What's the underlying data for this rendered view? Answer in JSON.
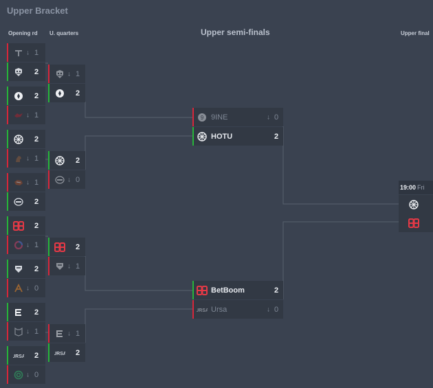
{
  "title": "Upper Bracket",
  "columns": {
    "opening": "Opening rd",
    "quarters": "U. quarters",
    "semis": "Upper semi-finals",
    "final": "Upper final"
  },
  "colors": {
    "win": "#27b53a",
    "lose": "#d8263a",
    "betboom": "#e63946"
  },
  "opening": [
    {
      "logo": "tundra-icon",
      "score": "1",
      "result": "lose"
    },
    {
      "logo": "liquid-icon",
      "score": "2",
      "result": "win"
    },
    {
      "logo": "aurora-icon",
      "score": "2",
      "result": "win"
    },
    {
      "logo": "dragon-icon",
      "score": "1",
      "result": "lose"
    },
    {
      "logo": "hotu-icon",
      "score": "2",
      "result": "win"
    },
    {
      "logo": "horse-icon",
      "score": "1",
      "result": "lose"
    },
    {
      "logo": "wolf-icon",
      "score": "1",
      "result": "lose"
    },
    {
      "logo": "winged-icon",
      "score": "2",
      "result": "win"
    },
    {
      "logo": "betboom-icon",
      "score": "2",
      "result": "win"
    },
    {
      "logo": "ring-icon",
      "score": "1",
      "result": "lose"
    },
    {
      "logo": "shield-icon",
      "score": "2",
      "result": "win"
    },
    {
      "logo": "fnatic-icon",
      "score": "0",
      "result": "lose"
    },
    {
      "logo": "e-icon",
      "score": "2",
      "result": "win"
    },
    {
      "logo": "mask-icon",
      "score": "1",
      "result": "lose"
    },
    {
      "logo": "ursa-icon",
      "score": "2",
      "result": "win"
    },
    {
      "logo": "spiral-icon",
      "score": "0",
      "result": "lose"
    }
  ],
  "quarters": [
    {
      "logo": "liquid-icon",
      "score": "1",
      "result": "lose"
    },
    {
      "logo": "aurora-icon",
      "score": "2",
      "result": "win"
    },
    {
      "logo": "hotu-icon",
      "score": "2",
      "result": "win"
    },
    {
      "logo": "winged-icon",
      "score": "0",
      "result": "lose"
    },
    {
      "logo": "betboom-icon",
      "score": "2",
      "result": "win"
    },
    {
      "logo": "shield-icon",
      "score": "1",
      "result": "lose"
    },
    {
      "logo": "e-icon",
      "score": "1",
      "result": "lose"
    },
    {
      "logo": "ursa-icon",
      "score": "2",
      "result": "win"
    }
  ],
  "semis": [
    {
      "logo": "nine-icon",
      "name": "9INE",
      "score": "0",
      "result": "lose"
    },
    {
      "logo": "hotu-icon",
      "name": "HOTU",
      "score": "2",
      "result": "win"
    },
    {
      "logo": "betboom-icon",
      "name": "BetBoom",
      "score": "2",
      "result": "win"
    },
    {
      "logo": "ursa-icon",
      "name": "Ursa",
      "score": "0",
      "result": "lose"
    }
  ],
  "final": {
    "time": "19:00",
    "day": "Fri",
    "teams": [
      {
        "logo": "hotu-icon"
      },
      {
        "logo": "betboom-icon"
      }
    ]
  }
}
